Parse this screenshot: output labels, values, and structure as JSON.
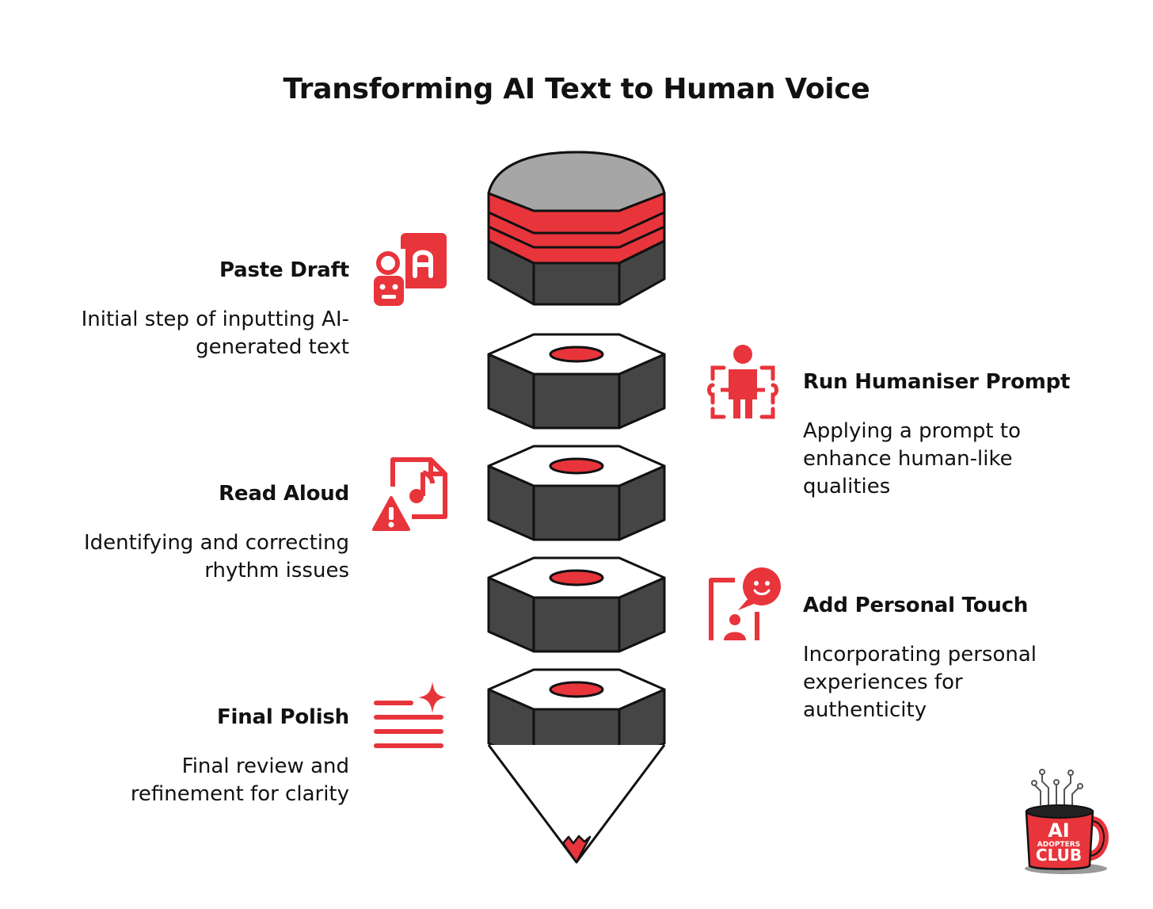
{
  "title": "Transforming AI Text to Human Voice",
  "steps": [
    {
      "title": "Paste Draft",
      "desc_lines": [
        "Initial step of inputting AI-",
        "generated text"
      ],
      "icon": "robot-text-icon"
    },
    {
      "title": "Run Humaniser Prompt",
      "desc_lines": [
        "Applying a prompt to",
        "enhance human-like",
        "qualities"
      ],
      "icon": "humanoid-robot-icon"
    },
    {
      "title": "Read Aloud",
      "desc_lines": [
        "Identifying and correcting",
        "rhythm issues"
      ],
      "icon": "audio-file-warning-icon"
    },
    {
      "title": "Add Personal Touch",
      "desc_lines": [
        "Incorporating personal",
        "experiences for",
        "authenticity"
      ],
      "icon": "personal-chat-icon"
    },
    {
      "title": "Final Polish",
      "desc_lines": [
        "Final review and",
        "refinement for clarity"
      ],
      "icon": "text-sparkle-icon"
    }
  ],
  "logo": {
    "line1": "AI",
    "line2": "ADOPTERS",
    "line3": "CLUB"
  },
  "colors": {
    "accent": "#e8343b",
    "dark": "#454545",
    "cap": "#a6a6a6",
    "outline": "#111111"
  }
}
